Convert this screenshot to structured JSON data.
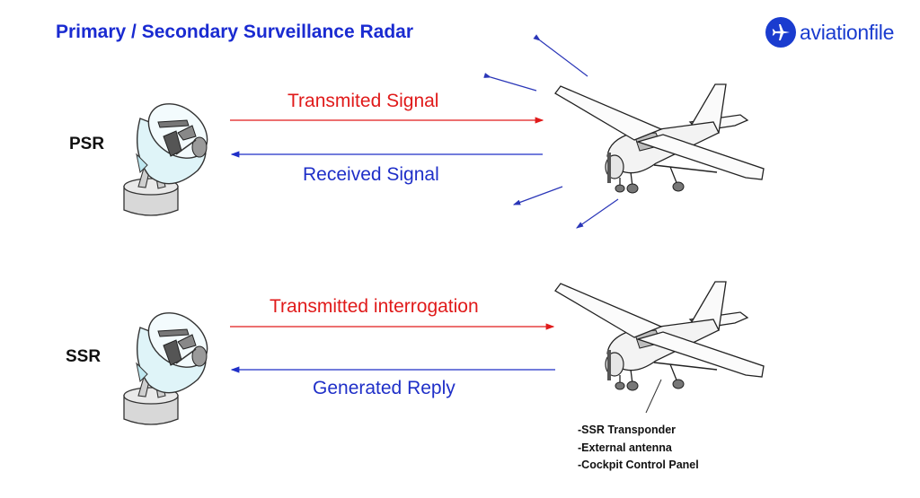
{
  "title": "Primary / Secondary Surveillance Radar",
  "logo": {
    "text": "aviationfile",
    "icon": "airplane-icon",
    "color": "#1a3ccf"
  },
  "psr": {
    "label": "PSR",
    "transmit_label": "Transmited Signal",
    "receive_label": "Received Signal"
  },
  "ssr": {
    "label": "SSR",
    "transmit_label": "Transmitted interrogation",
    "receive_label": "Generated Reply"
  },
  "transponder_notes": [
    "-SSR Transponder",
    "-External antenna",
    "-Cockpit Control Panel"
  ],
  "colors": {
    "title": "#1a2bd1",
    "transmit": "#e01a1a",
    "receive": "#1f2fc8",
    "radar_fill": "#dff4f8"
  }
}
